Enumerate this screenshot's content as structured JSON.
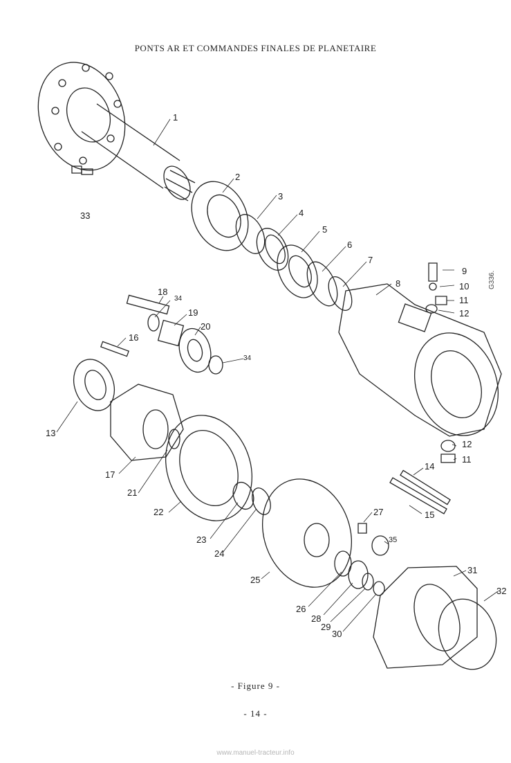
{
  "header": {
    "title": "PONTS AR  ET COMMANDES FINALES DE PLANETAIRE"
  },
  "figure": {
    "caption": "- Figure 9 -",
    "side_code": "G336.",
    "labels": [
      "1",
      "2",
      "3",
      "4",
      "5",
      "6",
      "7",
      "8",
      "9",
      "10",
      "11",
      "12",
      "13",
      "14",
      "15",
      "16",
      "17",
      "18",
      "19",
      "20",
      "21",
      "22",
      "23",
      "24",
      "25",
      "26",
      "27",
      "28",
      "29",
      "30",
      "31",
      "32",
      "33",
      "34",
      "34",
      "12",
      "11",
      "35"
    ]
  },
  "page_number": "- 14 -",
  "footer": {
    "watermark": "www.manuel-tracteur.info"
  }
}
